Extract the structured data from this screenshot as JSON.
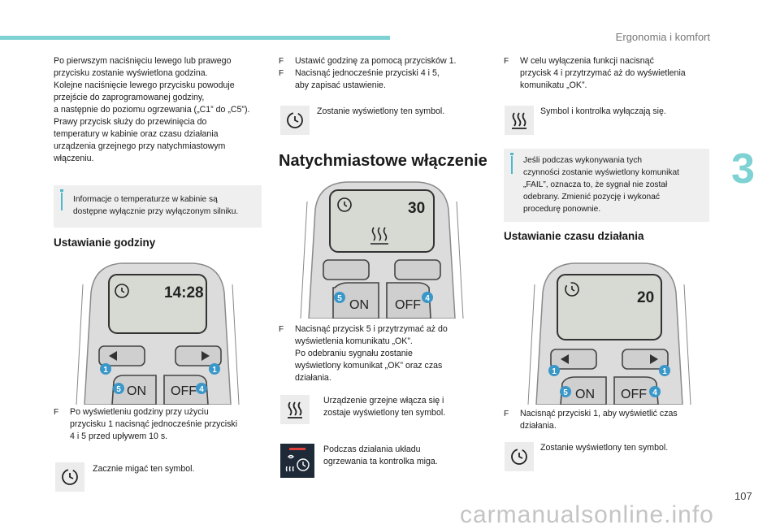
{
  "header": {
    "title": "Ergonomia i komfort"
  },
  "chapter_number": "3",
  "page_number": "107",
  "watermark": "carmanualsonline.info",
  "col1": {
    "intro": [
      "Po pierwszym naciśnięciu lewego lub prawego",
      "przycisku zostanie wyświetlona godzina.",
      "Kolejne naciśnięcie lewego przycisku powoduje",
      "przejście do zaprogramowanej godziny,",
      "a następnie do poziomu ogrzewania („C1” do „C5”).",
      "Prawy przycisk służy do przewinięcia do",
      "temperatury w kabinie oraz czasu działania",
      "urządzenia grzejnego przy natychmiastowym",
      "włączeniu."
    ],
    "info": [
      "Informacje o temperaturze w kabinie są",
      "dostępne wyłącznie przy wyłączonym silniku."
    ],
    "heading": "Ustawianie godziny",
    "display": "14:28",
    "bullet": [
      "Po wyświetleniu godziny przy użyciu",
      "przycisku 1 nacisnąć jednocześnie przyciski",
      "4 i 5 przed upływem 10 s."
    ],
    "symbol_text": "Zacznie migać ten symbol."
  },
  "col2": {
    "bullets": [
      "Ustawić godzinę za pomocą przycisków 1.",
      "Nacisnąć jednocześnie przyciski 4 i 5,",
      "aby zapisać ustawienie."
    ],
    "symbol1_text": "Zostanie wyświetlony ten symbol.",
    "heading": "Natychmiastowe włączenie",
    "display": "30",
    "bullet2": [
      "Nacisnąć przycisk 5 i przytrzymać aż do",
      "wyświetlenia komunikatu „OK”.",
      "Po odebraniu sygnału zostanie",
      "wyświetlony komunikat „OK” oraz czas",
      "działania."
    ],
    "symbol2_text": [
      "Urządzenie grzejne włącza się i",
      "zostaje wyświetlony ten symbol."
    ],
    "symbol3_text": [
      "Podczas działania układu",
      "ogrzewania ta kontrolka miga."
    ]
  },
  "col3": {
    "bullet": [
      "W celu wyłączenia funkcji nacisnąć",
      "przycisk 4 i przytrzymać aż do wyświetlenia",
      "komunikatu „OK”."
    ],
    "symbol_text": "Symbol i kontrolka wyłączają się.",
    "info": [
      "Jeśli podczas wykonywania tych",
      "czynności zostanie wyświetlony komunikat",
      "„FAIL”, oznacza to, że sygnał nie został",
      "odebrany. Zmienić pozycję i wykonać",
      "procedurę ponownie."
    ],
    "heading": "Ustawianie czasu działania",
    "display": "20",
    "bullet2": [
      "Nacisnąć przyciski 1, aby wyświetlić czas",
      "działania."
    ],
    "symbol2_text": "Zostanie wyświetlony ten symbol."
  },
  "remote": {
    "on_label": "ON",
    "off_label": "OFF",
    "badge1": "1",
    "badge4": "4",
    "badge5": "5"
  },
  "colors": {
    "accent": "#7fd2d3",
    "info_bar": "#4fb8cc",
    "badge": "#3a97c9",
    "warning_red": "#e0403a"
  },
  "icons": [
    "clock-timer-icon",
    "heater-icon",
    "fan-timer-warning-icon",
    "arrow-left-icon",
    "arrow-right-icon"
  ]
}
